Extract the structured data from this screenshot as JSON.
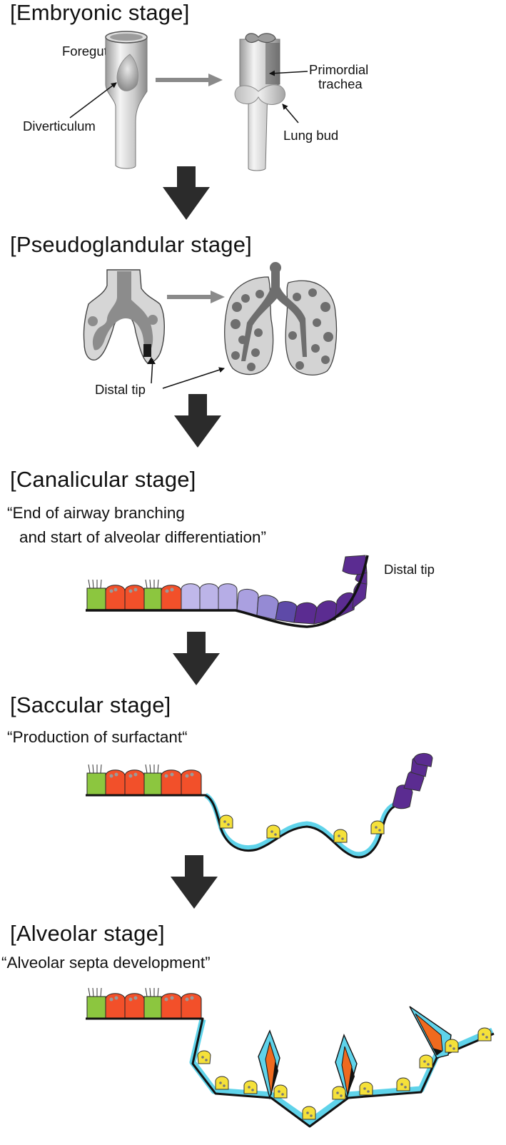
{
  "stages": {
    "embryonic": {
      "title": "[Embryonic stage]",
      "labels": {
        "foregut": "Foregut",
        "diverticulum": "Diverticulum",
        "primordial_line1": "Primordial",
        "primordial_line2": "trachea",
        "lung_bud": "Lung bud"
      }
    },
    "pseudoglandular": {
      "title": "[Pseudoglandular stage]",
      "labels": {
        "distal_tip": "Distal tip"
      }
    },
    "canalicular": {
      "title": "[Canalicular stage]",
      "quote_line1": "“End of airway branching",
      "quote_line2": "and start of alveolar differentiation”",
      "labels": {
        "distal_tip": "Distal tip"
      }
    },
    "saccular": {
      "title": "[Saccular stage]",
      "quote": "“Production of surfactant“"
    },
    "alveolar": {
      "title": "[Alveolar stage]",
      "quote": "“Alveolar septa development”"
    }
  },
  "colors": {
    "ciliated_cell": "#8cc63f",
    "secretory_cell": "#f2502a",
    "progenitor_light": "#b9b1e6",
    "progenitor_dark": "#5b2c91",
    "type1_cell": "#5fd3ea",
    "type2_cell": "#f5e13a",
    "septum_core": "#ef6a1f",
    "arrow": "#2b2b2b",
    "gray_arrow": "#8a8a8a"
  }
}
